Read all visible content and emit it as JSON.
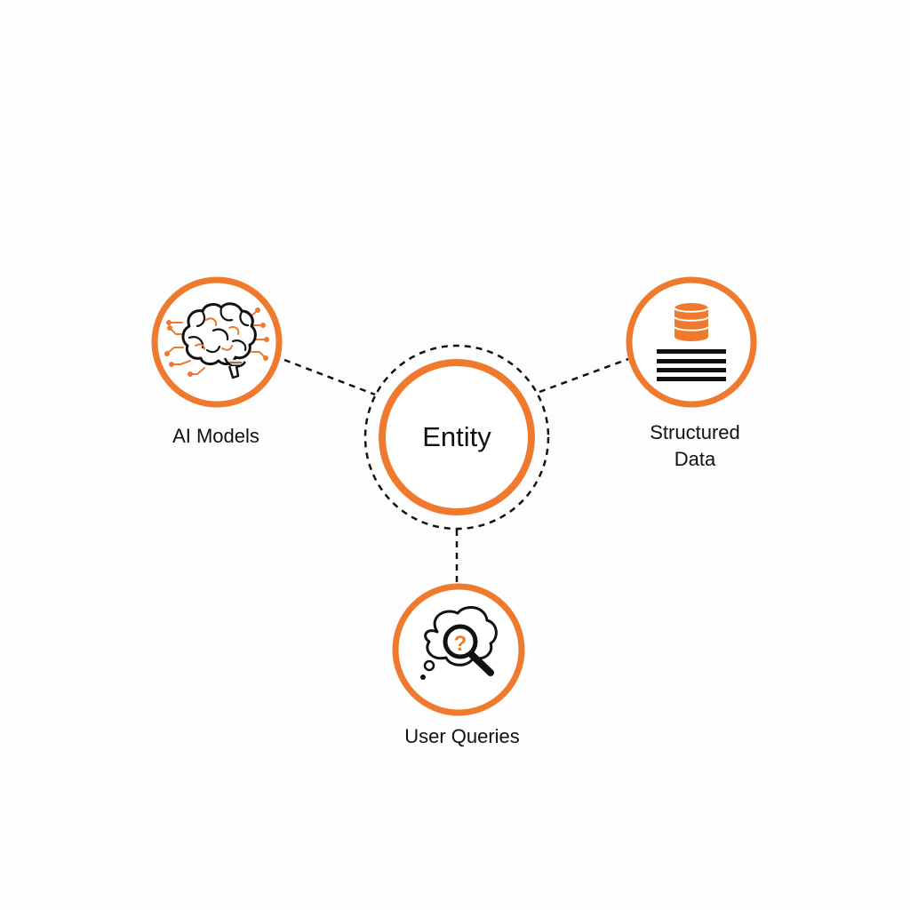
{
  "diagram": {
    "center": {
      "label": "Entity"
    },
    "nodes": [
      {
        "id": "ai-models",
        "label": "AI Models",
        "icon": "brain-circuit-icon"
      },
      {
        "id": "structured-data",
        "label": "Structured\nData",
        "icon": "database-icon"
      },
      {
        "id": "user-queries",
        "label": "User Queries",
        "icon": "thought-search-icon"
      }
    ],
    "connector_style": "dashed"
  },
  "colors": {
    "accent": "#ef7a2e",
    "ink": "#111111",
    "background": "#fdfdfd"
  }
}
